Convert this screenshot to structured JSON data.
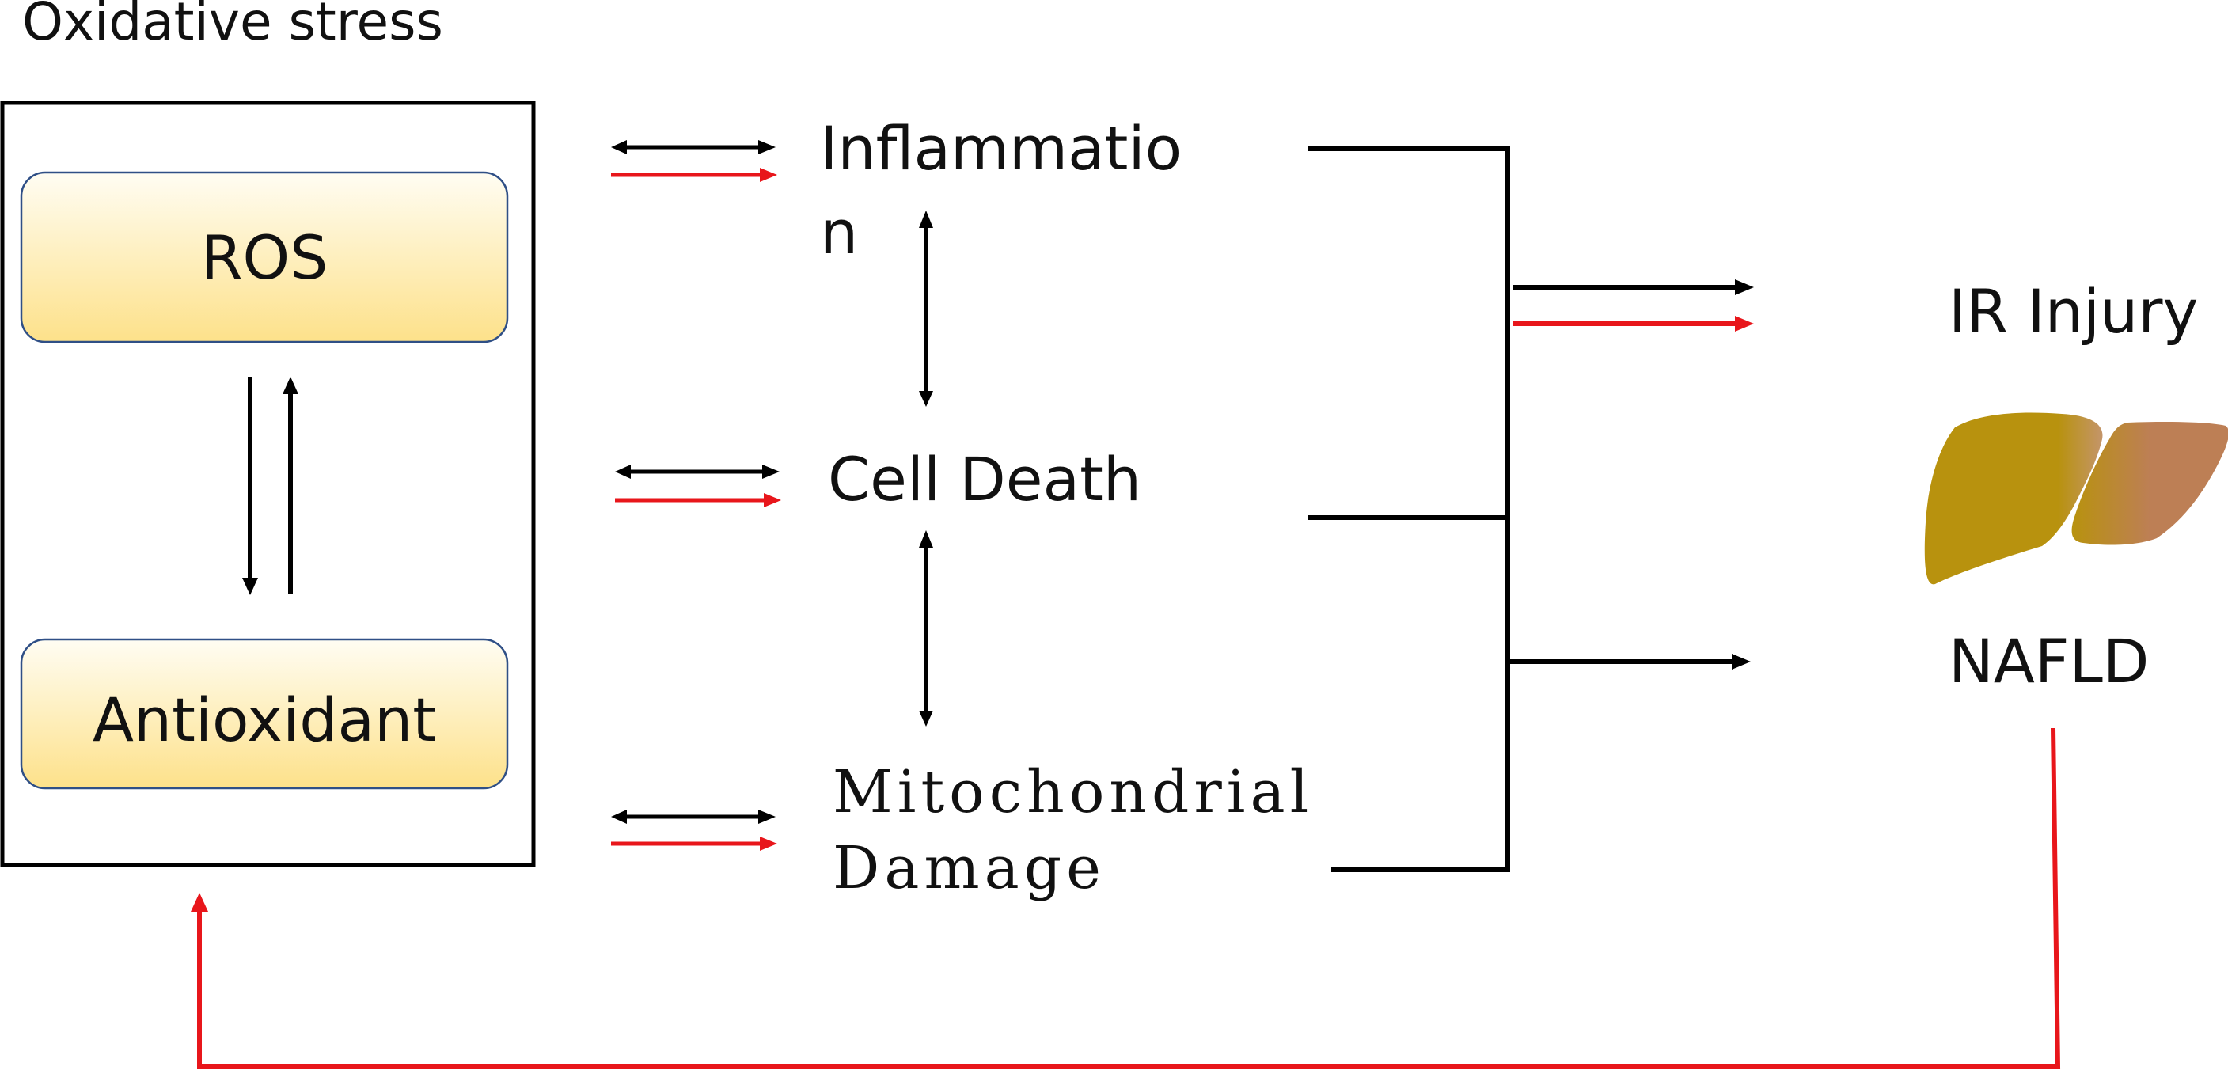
{
  "title": "Oxidative stress",
  "box_items": {
    "top": "ROS",
    "bottom": "Antioxidant"
  },
  "processes": {
    "inflammation_line1": "Inflammatio",
    "inflammation_line2": "n",
    "cell_death": "Cell Death",
    "mito_line1": "Mitochondrial",
    "mito_line2": "Damage"
  },
  "outcomes": {
    "ir_injury": "IR Injury",
    "nafld": "NAFLD"
  },
  "colors": {
    "black_arrow": "#000000",
    "red_arrow": "#e8161b",
    "box_fill_top": "#fffdf3",
    "box_fill_bottom": "#fde18a",
    "box_stroke": "#2f4f86",
    "liver_left": "#b8920e",
    "liver_right": "#bd7f55"
  },
  "icons": {
    "organ": "liver-icon"
  }
}
